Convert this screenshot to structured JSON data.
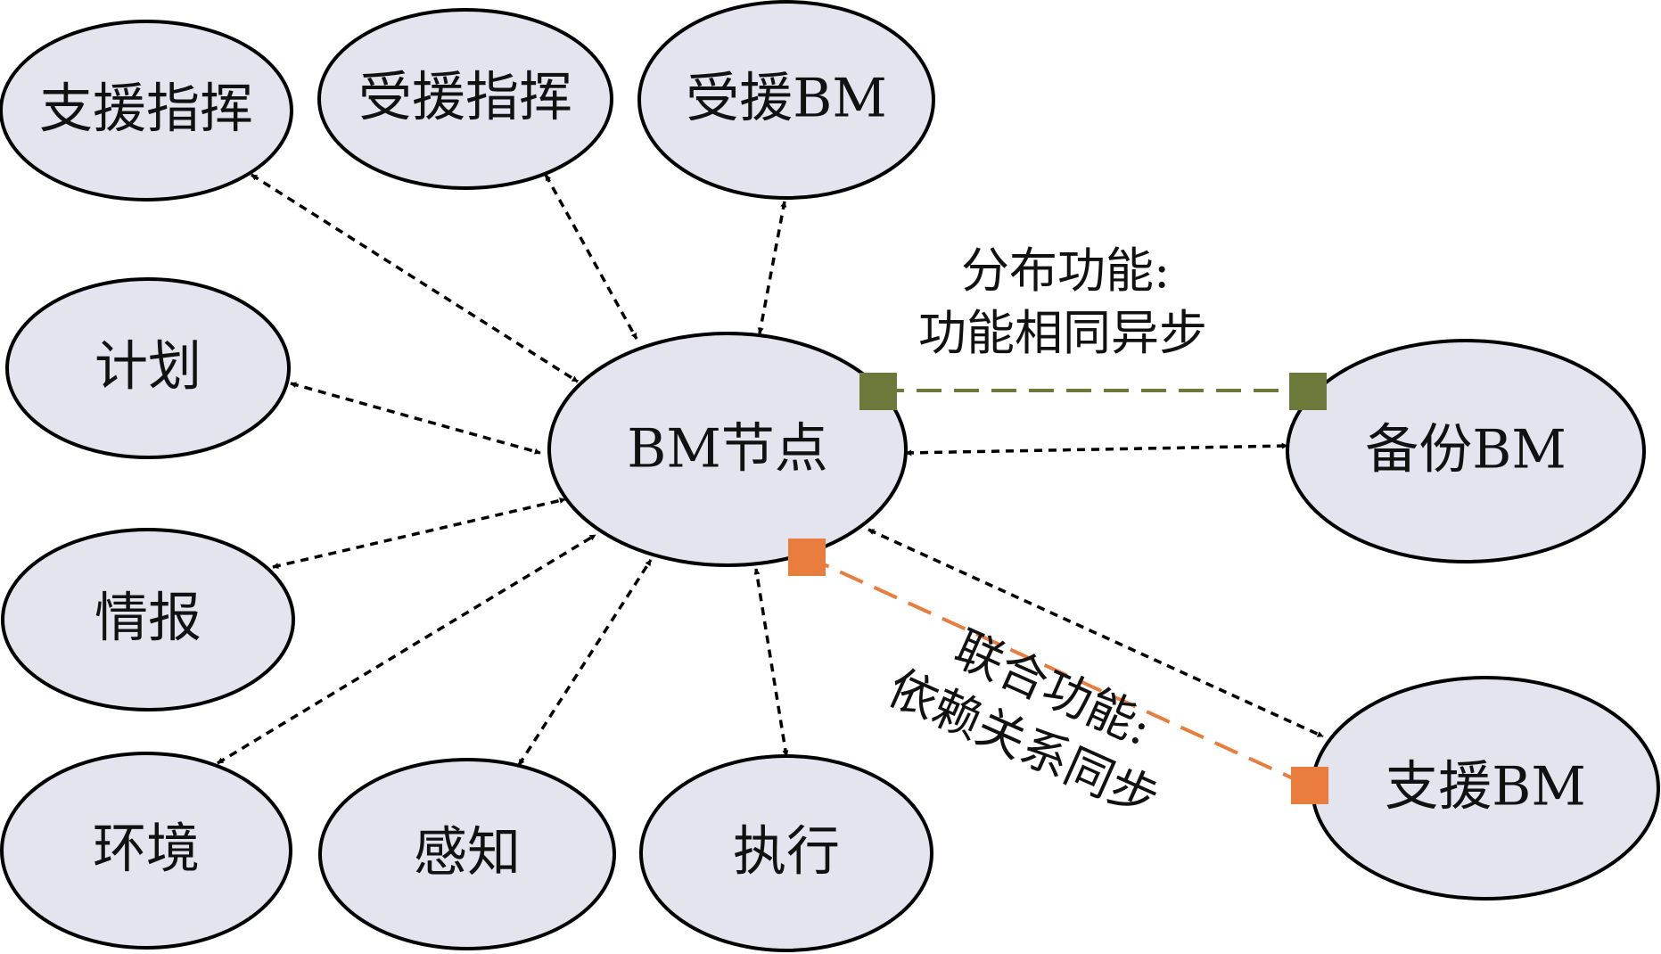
{
  "colors": {
    "node_fill": "#e4e4ef",
    "edge": "#000000",
    "distributed_sync": "#6b7a3a",
    "joint_sync": "#e87d3e"
  },
  "nodes": {
    "center": "BM节点",
    "support_command": "支援指挥",
    "supported_command": "受援指挥",
    "supported_bm": "受援BM",
    "plan": "计划",
    "intel": "情报",
    "environment": "环境",
    "sense": "感知",
    "execute": "执行",
    "backup_bm": "备份BM",
    "support_bm": "支援BM"
  },
  "annotations": {
    "distributed": {
      "line1": "分布功能:",
      "line2": "功能相同异步"
    },
    "joint": {
      "line1": "联合功能:",
      "line2": "依赖关系同步"
    }
  }
}
